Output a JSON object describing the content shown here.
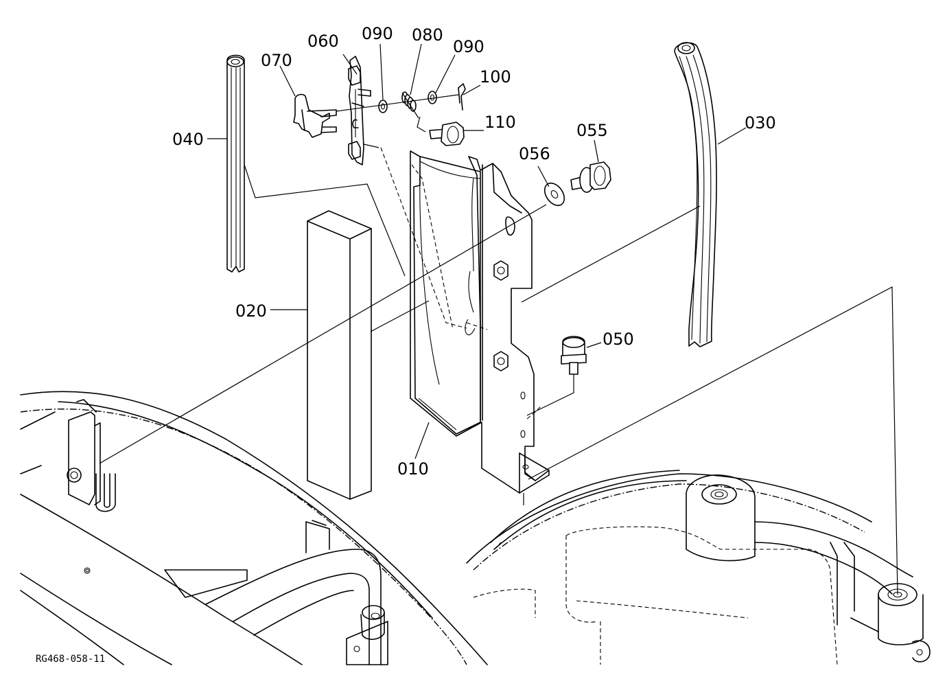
{
  "diagram_code": "RG468-058-11",
  "callouts": [
    {
      "id": "c060",
      "text": "060"
    },
    {
      "id": "c090a",
      "text": "090"
    },
    {
      "id": "c080",
      "text": "080"
    },
    {
      "id": "c090b",
      "text": "090"
    },
    {
      "id": "c070",
      "text": "070"
    },
    {
      "id": "c100",
      "text": "100"
    },
    {
      "id": "c110",
      "text": "110"
    },
    {
      "id": "c040",
      "text": "040"
    },
    {
      "id": "c055",
      "text": "055"
    },
    {
      "id": "c056",
      "text": "056"
    },
    {
      "id": "c030",
      "text": "030"
    },
    {
      "id": "c020",
      "text": "020"
    },
    {
      "id": "c050",
      "text": "050"
    },
    {
      "id": "c010",
      "text": "010"
    }
  ]
}
